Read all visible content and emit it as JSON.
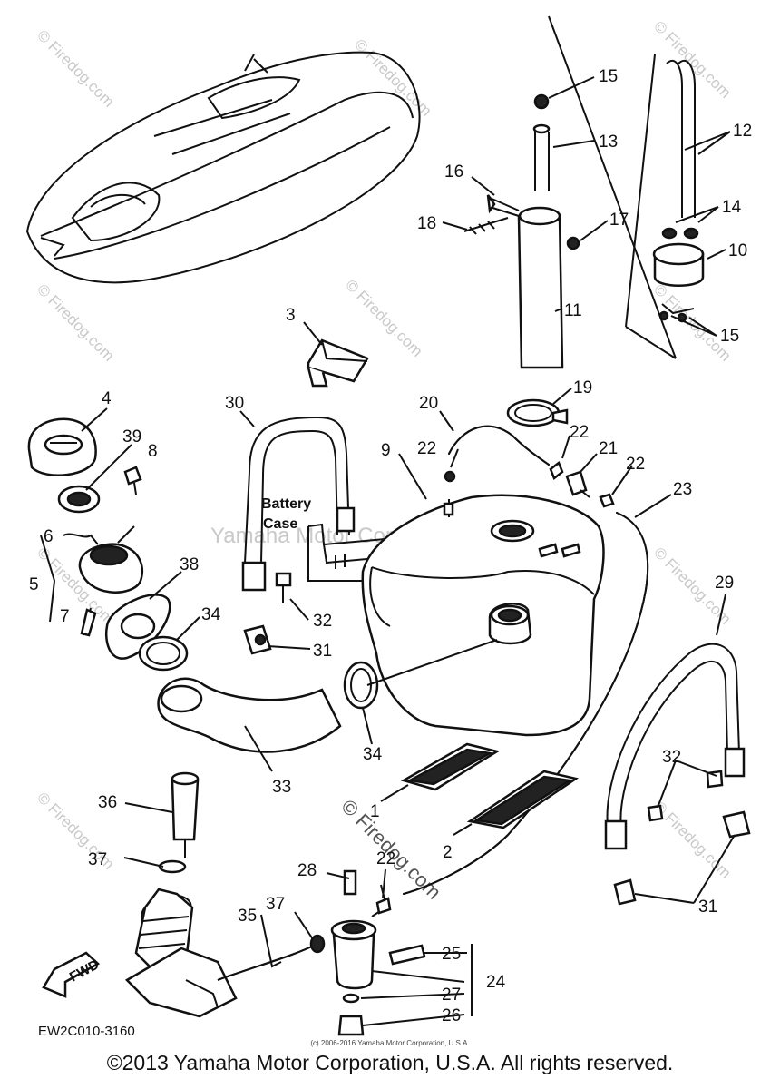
{
  "watermarks": {
    "firedog": "© Firedog.com",
    "yamaha": "Yamaha Motor Corp, U.S.A."
  },
  "labels": {
    "battery_case_line1": "Battery",
    "battery_case_line2": "Case",
    "fwd": "FWD",
    "p1": "1",
    "p2": "2",
    "p3": "3",
    "p4": "4",
    "p5": "5",
    "p6": "6",
    "p7": "7",
    "p8": "8",
    "p9": "9",
    "p10": "10",
    "p11": "11",
    "p12": "12",
    "p13": "13",
    "p14": "14",
    "p15a": "15",
    "p15b": "15",
    "p16": "16",
    "p17": "17",
    "p18": "18",
    "p19": "19",
    "p20": "20",
    "p21": "21",
    "p22a": "22",
    "p22b": "22",
    "p22c": "22",
    "p22d": "22",
    "p23": "23",
    "p24": "24",
    "p25": "25",
    "p26": "26",
    "p27": "27",
    "p28": "28",
    "p29": "29",
    "p30": "30",
    "p31a": "31",
    "p31b": "31",
    "p32a": "32",
    "p32b": "32",
    "p33": "33",
    "p34a": "34",
    "p34b": "34",
    "p35": "35",
    "p36": "36",
    "p37a": "37",
    "p37b": "37",
    "p38": "38",
    "p39": "39"
  },
  "code": "EW2C010-3160",
  "small_note": "(c) 2006-2016 Yamaha Motor Corporation, U.S.A.",
  "copyright": "©2013 Yamaha Motor Corporation, U.S.A. All rights reserved."
}
